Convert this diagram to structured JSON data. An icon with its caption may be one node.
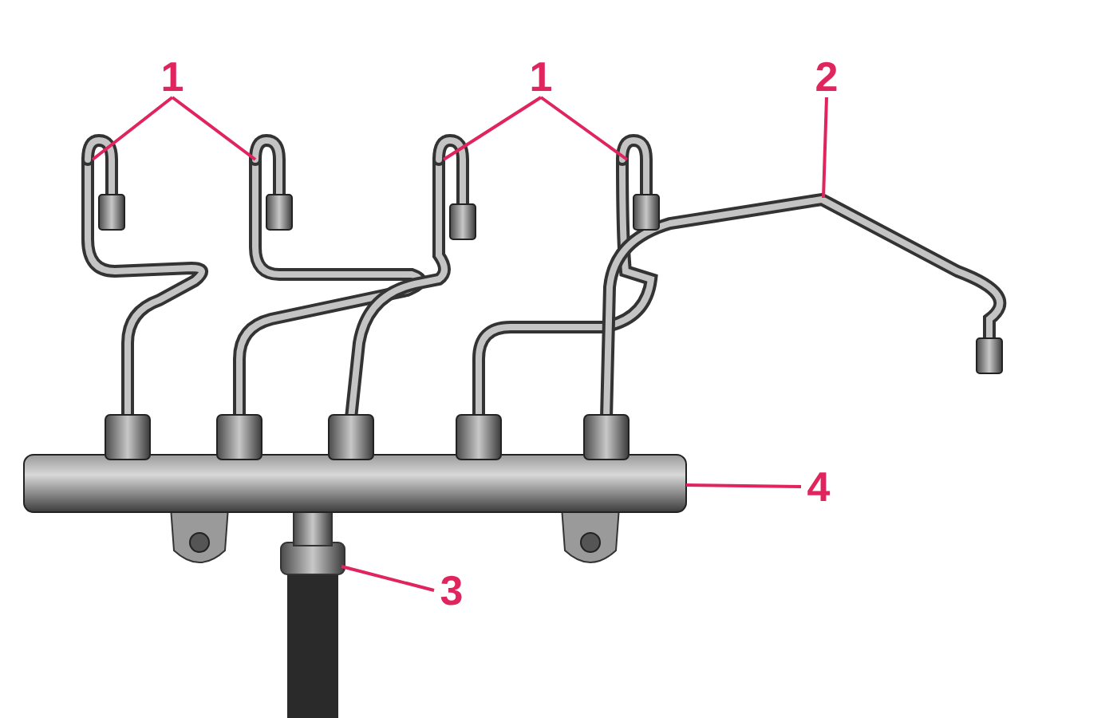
{
  "diagram": {
    "nodes": [
      {
        "text": [
          "1"
        ]
      },
      {
        "text": [
          "1"
        ]
      },
      {
        "text": [
          "2"
        ]
      },
      {
        "text": [
          "3"
        ]
      },
      {
        "text": [
          "4"
        ]
      }
    ],
    "edges": [
      {
        "from": 0,
        "to": null,
        "arrow": "none"
      },
      {
        "from": 0,
        "to": null,
        "arrow": "none"
      },
      {
        "from": 1,
        "to": null,
        "arrow": "none"
      },
      {
        "from": 1,
        "to": null,
        "arrow": "none"
      },
      {
        "from": 2,
        "to": null,
        "arrow": "none"
      },
      {
        "from": 3,
        "to": null,
        "arrow": "none"
      },
      {
        "from": 4,
        "to": null,
        "arrow": "none"
      }
    ]
  }
}
